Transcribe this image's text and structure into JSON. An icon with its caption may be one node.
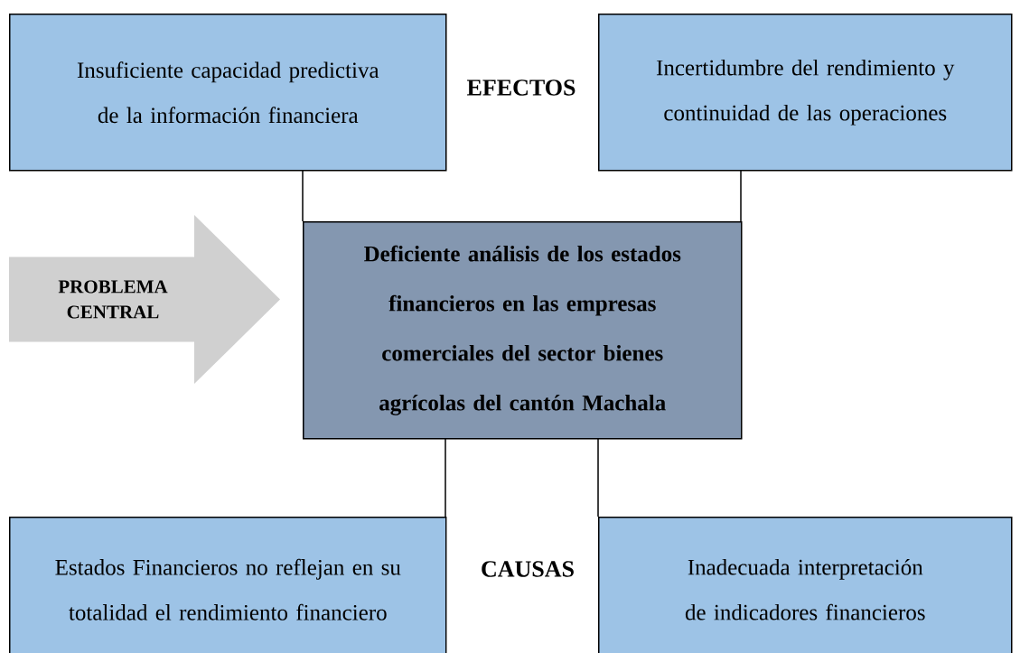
{
  "diagram": {
    "nodes": [
      {
        "text": [
          "Insuficiente capacidad predictiva de la información financiera"
        ]
      },
      {
        "text": [
          "Incertidumbre del rendimiento y continuidad de las operaciones"
        ]
      },
      {
        "text": [
          "PROBLEMA CENTRAL"
        ]
      },
      {
        "text": [
          "Deficiente análisis de los estados financieros en las empresas comerciales del sector bienes agrícolas del cantón Machala"
        ]
      },
      {
        "text": [
          "Estados Financieros no reflejan en su totalidad el rendimiento financiero"
        ]
      },
      {
        "text": [
          "Inadecuada interpretación de indicadores financieros"
        ]
      }
    ],
    "labels": [
      "EFECTOS",
      "CAUSAS"
    ]
  }
}
